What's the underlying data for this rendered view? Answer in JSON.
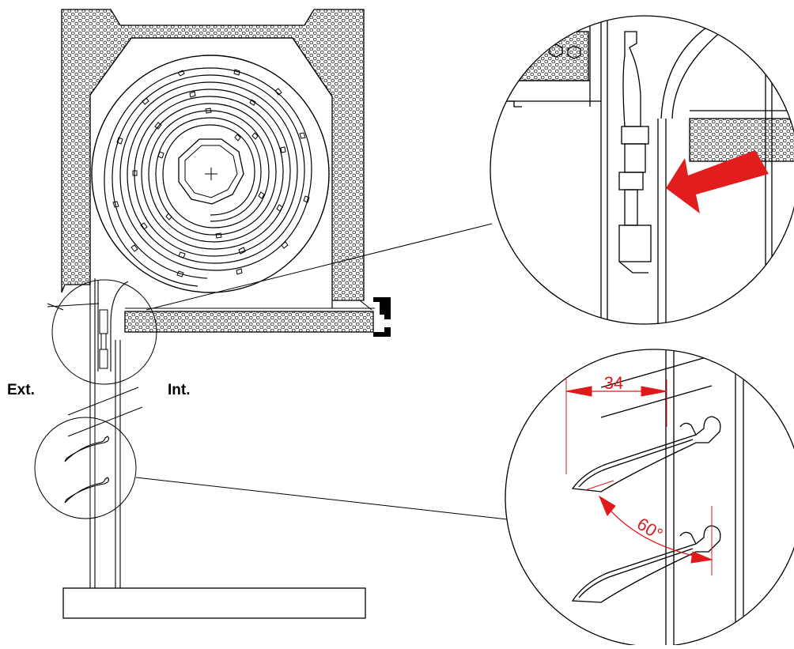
{
  "labels": {
    "exterior": "Ext.",
    "interior": "Int."
  },
  "dimensions": {
    "slat_width": "34",
    "opening_angle": "60°"
  },
  "colors": {
    "line": "#000000",
    "dimension": "#e0191b",
    "arrow": "#e21d1d"
  },
  "icons": {
    "axle": "crosshair-icon",
    "callout": "red-arrow-icon"
  }
}
